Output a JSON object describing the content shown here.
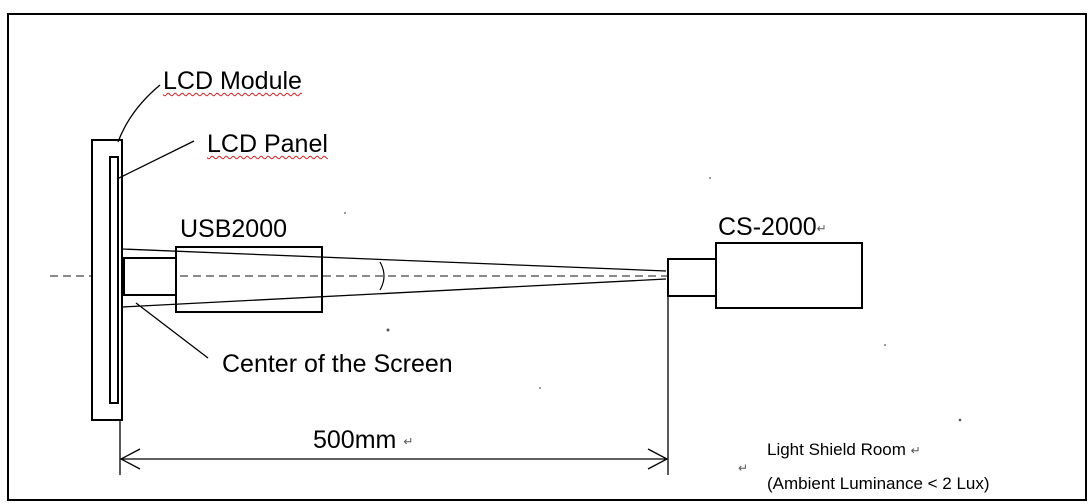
{
  "diagram": {
    "labels": {
      "lcd_module": "LCD Module",
      "lcd_panel": "LCD Panel",
      "usb2000": "USB2000",
      "cs2000": "CS-2000",
      "center_of_screen": "Center of the Screen",
      "distance": "500mm",
      "room_line1": "Light Shield Room",
      "room_line2": "(Ambient Luminance < 2 Lux)"
    },
    "marks": {
      "return": "↵",
      "dot": "·"
    },
    "colors": {
      "stroke": "#000000",
      "squiggle": "#d02020"
    }
  }
}
